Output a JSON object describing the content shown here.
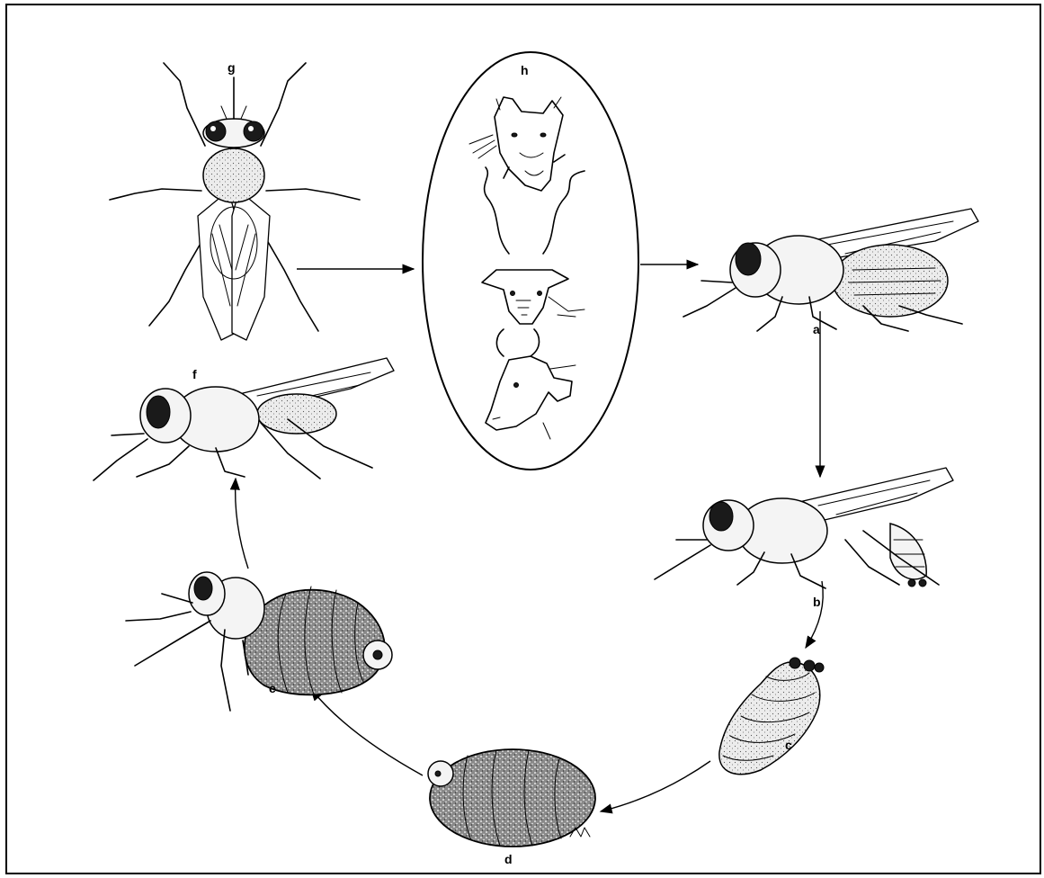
{
  "labels": {
    "a": "a",
    "b": "b",
    "c": "c",
    "d": "d",
    "e": "e",
    "f": "f",
    "g": "g",
    "h": "h"
  },
  "hosts": [
    "warthog-icon",
    "kudu-icon",
    "cattle-icon"
  ]
}
